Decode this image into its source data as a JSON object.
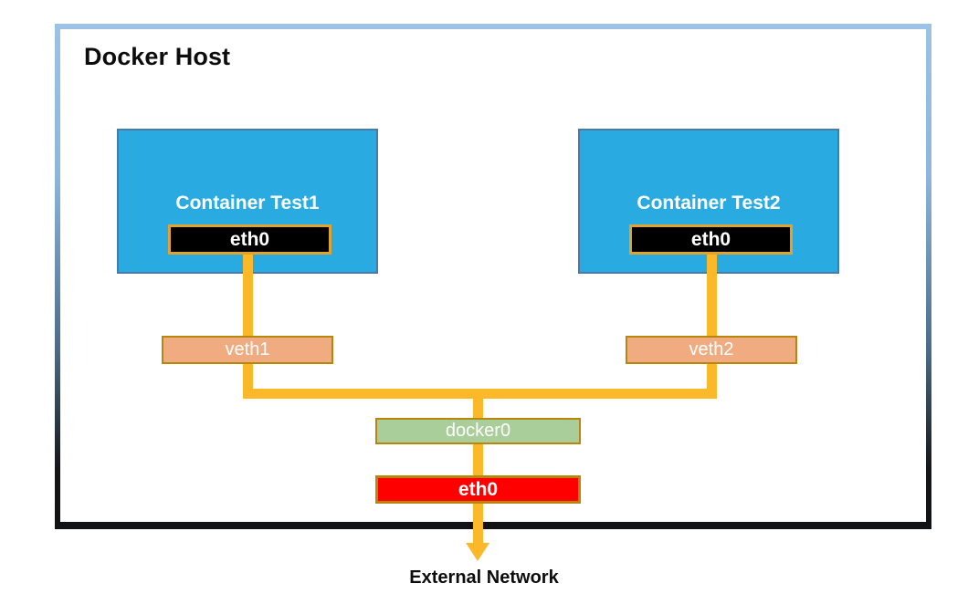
{
  "diagram": {
    "host": {
      "title": "Docker Host"
    },
    "containers": [
      {
        "name": "Container Test1",
        "interface": "eth0"
      },
      {
        "name": "Container Test2",
        "interface": "eth0"
      }
    ],
    "veths": [
      {
        "label": "veth1"
      },
      {
        "label": "veth2"
      }
    ],
    "bridge": {
      "label": "docker0"
    },
    "host_interface": {
      "label": "eth0"
    },
    "external": {
      "label": "External Network"
    }
  },
  "colors": {
    "container_fill": "#29abe2",
    "container_border": "#4a7aa7",
    "eth_black_fill": "#000000",
    "eth_black_border": "#e0a32e",
    "veth_fill": "#f0ab81",
    "veth_border": "#b8860b",
    "bridge_fill": "#a9ce9a",
    "bridge_border": "#b8860b",
    "eth_red_fill": "#ff0000",
    "eth_red_border": "#b8860b",
    "connector": "#fbb829",
    "frame_top": "#9cc2e5",
    "frame_bottom": "#111214",
    "text_light": "#ffffff",
    "text_dark": "#0d0d0d"
  }
}
